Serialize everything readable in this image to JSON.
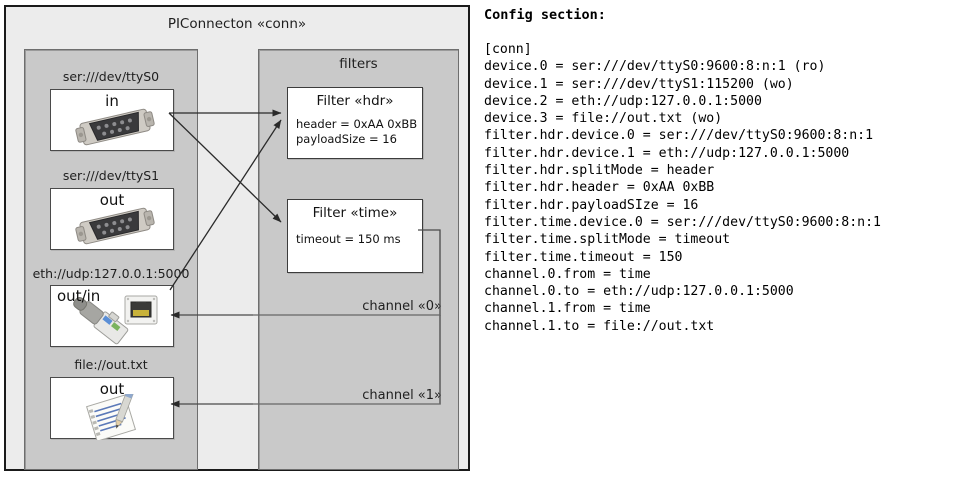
{
  "diagram": {
    "title": "PIConnecton «conn»",
    "devices_panel": {
      "devices": [
        {
          "label": "ser:///dev/ttyS0",
          "io": "in",
          "icon": "serial-connector-icon"
        },
        {
          "label": "ser:///dev/ttyS1",
          "io": "out",
          "icon": "serial-connector-icon"
        },
        {
          "label": "eth://udp:127.0.0.1:5000",
          "io": "out/in",
          "icon": "ethernet-jack-icon"
        },
        {
          "label": "file://out.txt",
          "io": "out",
          "icon": "text-file-icon"
        }
      ]
    },
    "filters_panel": {
      "title": "filters",
      "filters": [
        {
          "title": "Filter «hdr»",
          "props": [
            "header = 0xAA 0xBB",
            "payloadSize = 16"
          ]
        },
        {
          "title": "Filter «time»",
          "props": [
            "timeout = 150 ms"
          ]
        }
      ],
      "channels": [
        {
          "label": "channel «0»"
        },
        {
          "label": "channel «1»"
        }
      ]
    },
    "colors": {
      "outer_bg": "#ececec",
      "panel_bg": "#c9c9c9",
      "box_bg": "#ffffff",
      "outer_border": "#1a1a1a",
      "panel_border": "#6e6e6e",
      "arrow": "#2a2a2a"
    }
  },
  "config": {
    "heading": "Config section:",
    "text": "[conn]\ndevice.0 = ser:///dev/ttyS0:9600:8:n:1 (ro)\ndevice.1 = ser:///dev/ttyS1:115200 (wo)\ndevice.2 = eth://udp:127.0.0.1:5000\ndevice.3 = file://out.txt (wo)\nfilter.hdr.device.0 = ser:///dev/ttyS0:9600:8:n:1\nfilter.hdr.device.1 = eth://udp:127.0.0.1:5000\nfilter.hdr.splitMode = header\nfilter.hdr.header = 0xAA 0xBB\nfilter.hdr.payloadSIze = 16\nfilter.time.device.0 = ser:///dev/ttyS0:9600:8:n:1\nfilter.time.splitMode = timeout\nfilter.time.timeout = 150\nchannel.0.from = time\nchannel.0.to = eth://udp:127.0.0.1:5000\nchannel.1.from = time\nchannel.1.to = file://out.txt"
  }
}
